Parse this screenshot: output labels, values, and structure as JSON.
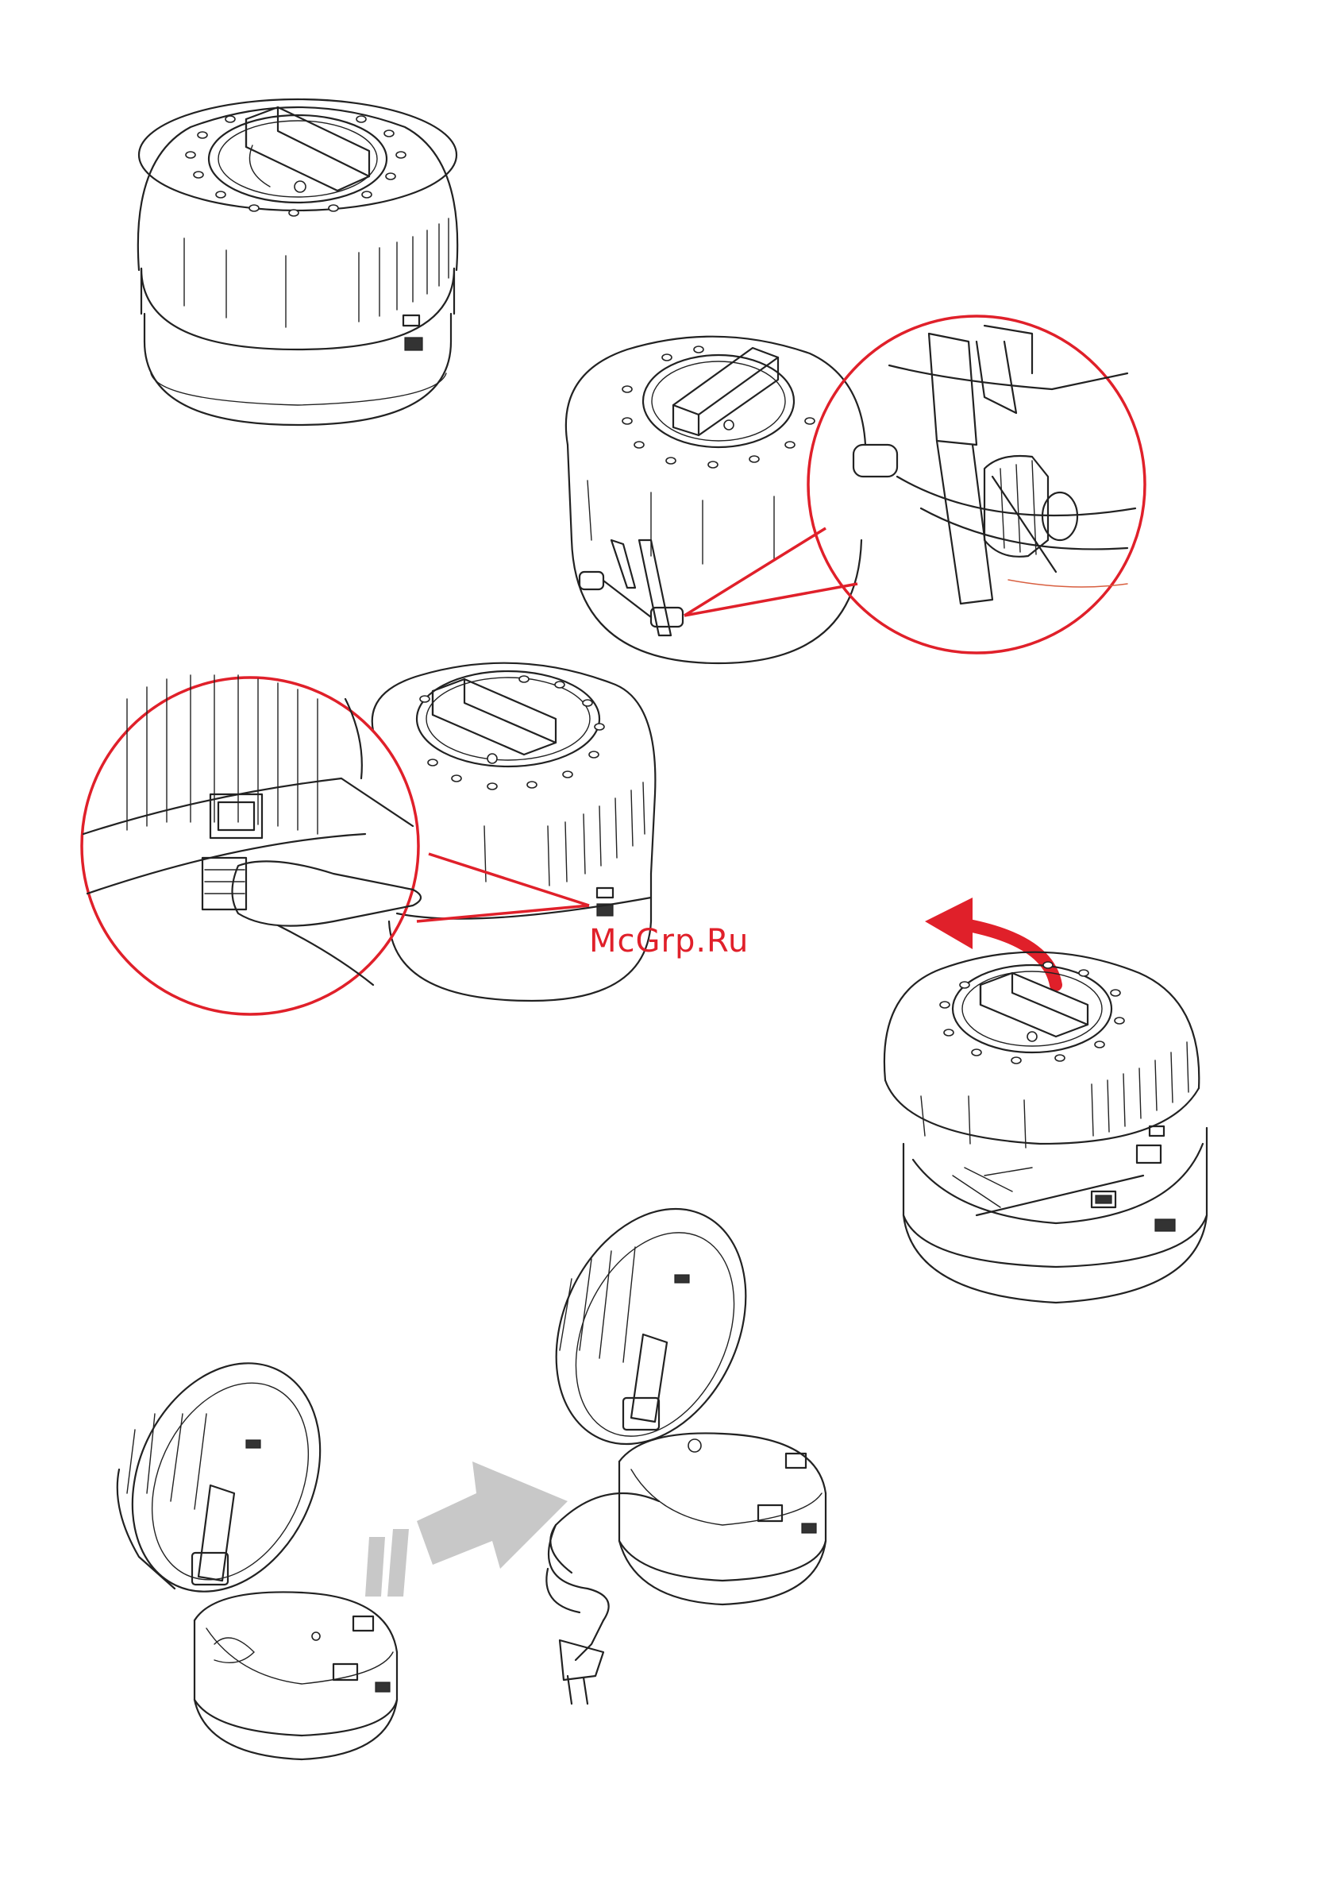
{
  "watermark": {
    "text": "McGrp.Ru",
    "color": "#e0202a"
  },
  "colors": {
    "line": "#222222",
    "callout": "#e0202a",
    "arrow_gray": "#c8c8c8",
    "background": "#ffffff"
  },
  "steps": [
    {
      "id": "step-1",
      "icon": "closed-lamp-unit"
    },
    {
      "id": "step-2",
      "icon": "clamp-detail"
    },
    {
      "id": "step-3",
      "icon": "press-release-button"
    },
    {
      "id": "step-4",
      "icon": "rotate-lid-open"
    },
    {
      "id": "step-5",
      "icon": "open-lid-unwind-cord"
    }
  ]
}
